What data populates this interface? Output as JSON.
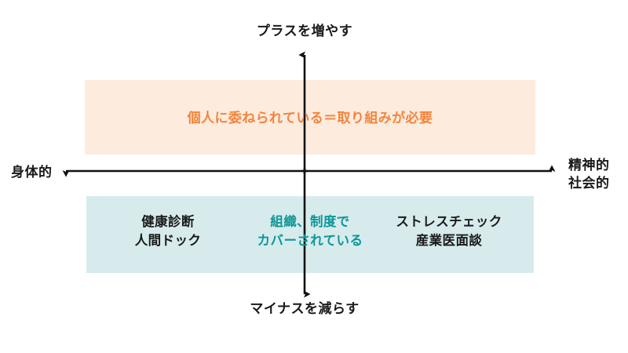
{
  "diagram": {
    "title_visible": false,
    "axes": {
      "vertical": {
        "top_label": "プラスを増やす",
        "bottom_label": "マイナスを減らす",
        "color": "#111111"
      },
      "horizontal": {
        "left_label": "身体的",
        "right_label": "精神的\n社会的",
        "color": "#111111"
      }
    },
    "bands": [
      {
        "id": "upper",
        "fill": "#FDEBDE",
        "text": "個人に委ねられている＝取り組みが必要",
        "text_color": "#F2853C"
      },
      {
        "id": "lower",
        "fill": "#D7EBEC",
        "cells": [
          {
            "id": "lower-left",
            "text": "健康診断\n人間ドック",
            "text_color": "#1A1A1A"
          },
          {
            "id": "lower-center",
            "text": "組織、制度で\nカバーされている",
            "text_color": "#0D9797"
          },
          {
            "id": "lower-right",
            "text": "ストレスチェック\n産業医面談",
            "text_color": "#1A1A1A"
          }
        ]
      }
    ],
    "background": "#FFFFFF"
  }
}
